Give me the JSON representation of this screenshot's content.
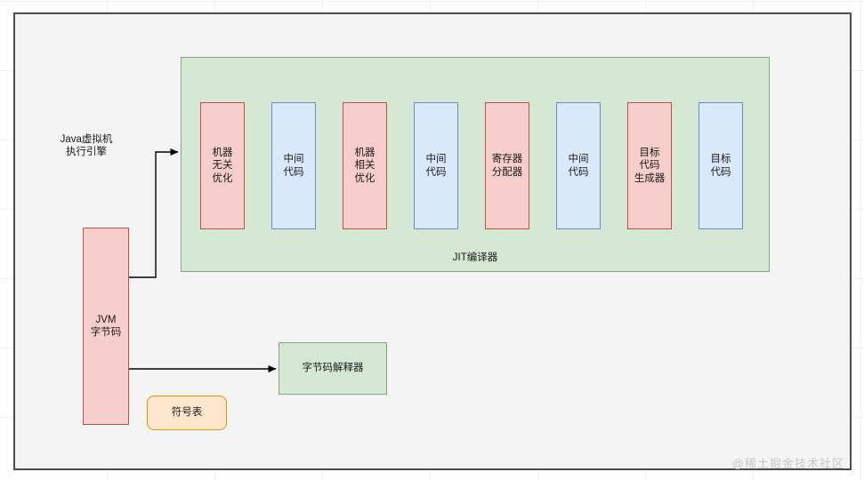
{
  "diagram": {
    "title_label": "Java虚拟机\n执行引擎",
    "watermark": "@稀土掘金技术社区",
    "jit": {
      "label": "JIT编译器",
      "fill": "#d5e8d4",
      "stroke": "#81a681",
      "stages": [
        {
          "label": "机器\n无关\n优化",
          "kind": "red"
        },
        {
          "label": "中间\n代码",
          "kind": "blue"
        },
        {
          "label": "机器\n相关\n优化",
          "kind": "red"
        },
        {
          "label": "中间\n代码",
          "kind": "blue"
        },
        {
          "label": "寄存器\n分配器",
          "kind": "red"
        },
        {
          "label": "中间\n代码",
          "kind": "blue"
        },
        {
          "label": "目标\n代码\n生成器",
          "kind": "red"
        },
        {
          "label": "目标\n代码",
          "kind": "blue"
        }
      ]
    },
    "bytecode": {
      "label": "JVM\n字节码",
      "fill": "#f8cecc",
      "stroke": "#b85450"
    },
    "interpreter": {
      "label": "字节码解释器",
      "fill": "#d5e8d4",
      "stroke": "#81a681"
    },
    "symbol_table": {
      "label": "符号表",
      "fill": "#ffe6cc",
      "stroke": "#d79b00"
    },
    "colors": {
      "red_fill": "#f8cecc",
      "red_stroke": "#b85450",
      "blue_fill": "#dae8fc",
      "blue_stroke": "#6c8ebf",
      "green_fill": "#d5e8d4",
      "green_stroke": "#81a681",
      "orange_fill": "#ffe6cc",
      "orange_stroke": "#d79b00",
      "frame_border": "#4d4d4d",
      "canvas_bg": "#f4f4f4",
      "arrow": "#000000"
    }
  }
}
